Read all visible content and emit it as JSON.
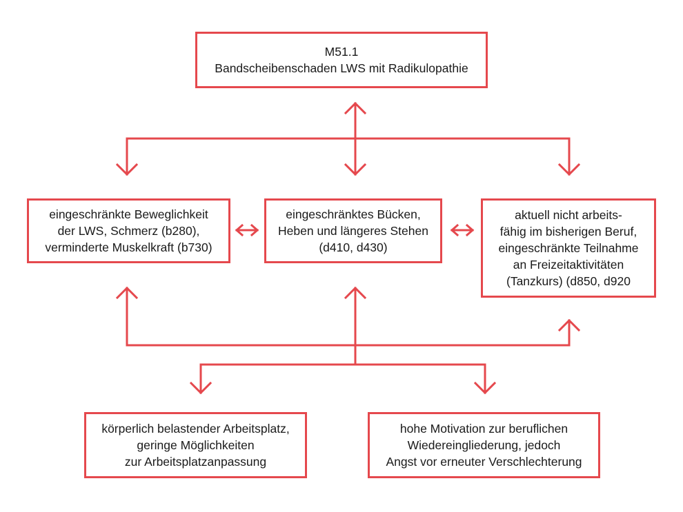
{
  "colors": {
    "accent": "#e5484d",
    "text": "#1a1a1a",
    "background": "#ffffff"
  },
  "boxes": {
    "diagnosis": {
      "lines": [
        "M51.1",
        "Bandscheibenschaden LWS mit Radikulopathie"
      ]
    },
    "body_function": {
      "lines": [
        "eingeschränkte Beweglichkeit",
        "der LWS, Schmerz (b280),",
        "verminderte Muskelkraft (b730)"
      ]
    },
    "activity": {
      "lines": [
        "eingeschränktes Bücken,",
        "Heben und längeres Stehen",
        "(d410, d430)"
      ]
    },
    "participation": {
      "lines": [
        "aktuell nicht arbeits-",
        "fähig im bisherigen Beruf,",
        "eingeschränkte Teilnahme",
        "an Freizeitaktivitäten",
        "(Tanzkurs) (d850, d920"
      ]
    },
    "environment": {
      "lines": [
        "körperlich belastender Arbeitsplatz,",
        "geringe Möglichkeiten",
        "zur Arbeitsplatzanpassung"
      ]
    },
    "personal": {
      "lines": [
        "hohe Motivation zur beruflichen",
        "Wiedereingliederung, jedoch",
        "Angst vor erneuter Verschlechterung"
      ]
    }
  }
}
